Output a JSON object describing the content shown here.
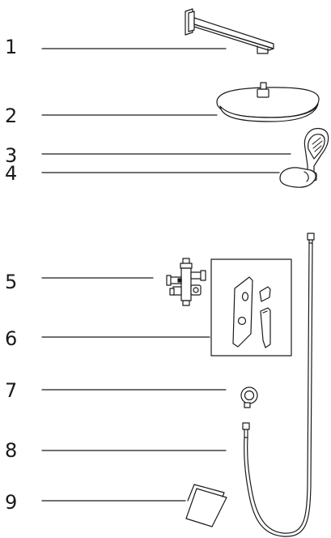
{
  "callouts": [
    {
      "label": "1",
      "part": "wall-arm"
    },
    {
      "label": "2",
      "part": "overhead-shower"
    },
    {
      "label": "3",
      "part": "hand-shower"
    },
    {
      "label": "4",
      "part": "shower-holder"
    },
    {
      "label": "5",
      "part": "concealed-body"
    },
    {
      "label": "6",
      "part": "mixer-trim-plate"
    },
    {
      "label": "7",
      "part": "wall-outlet"
    },
    {
      "label": "8",
      "part": "shower-hose"
    },
    {
      "label": "9",
      "part": "instruction-leaflet"
    }
  ],
  "colors": {
    "line": "#1a1a1a",
    "fill": "#ffffff",
    "shade": "#e6e6e6"
  }
}
